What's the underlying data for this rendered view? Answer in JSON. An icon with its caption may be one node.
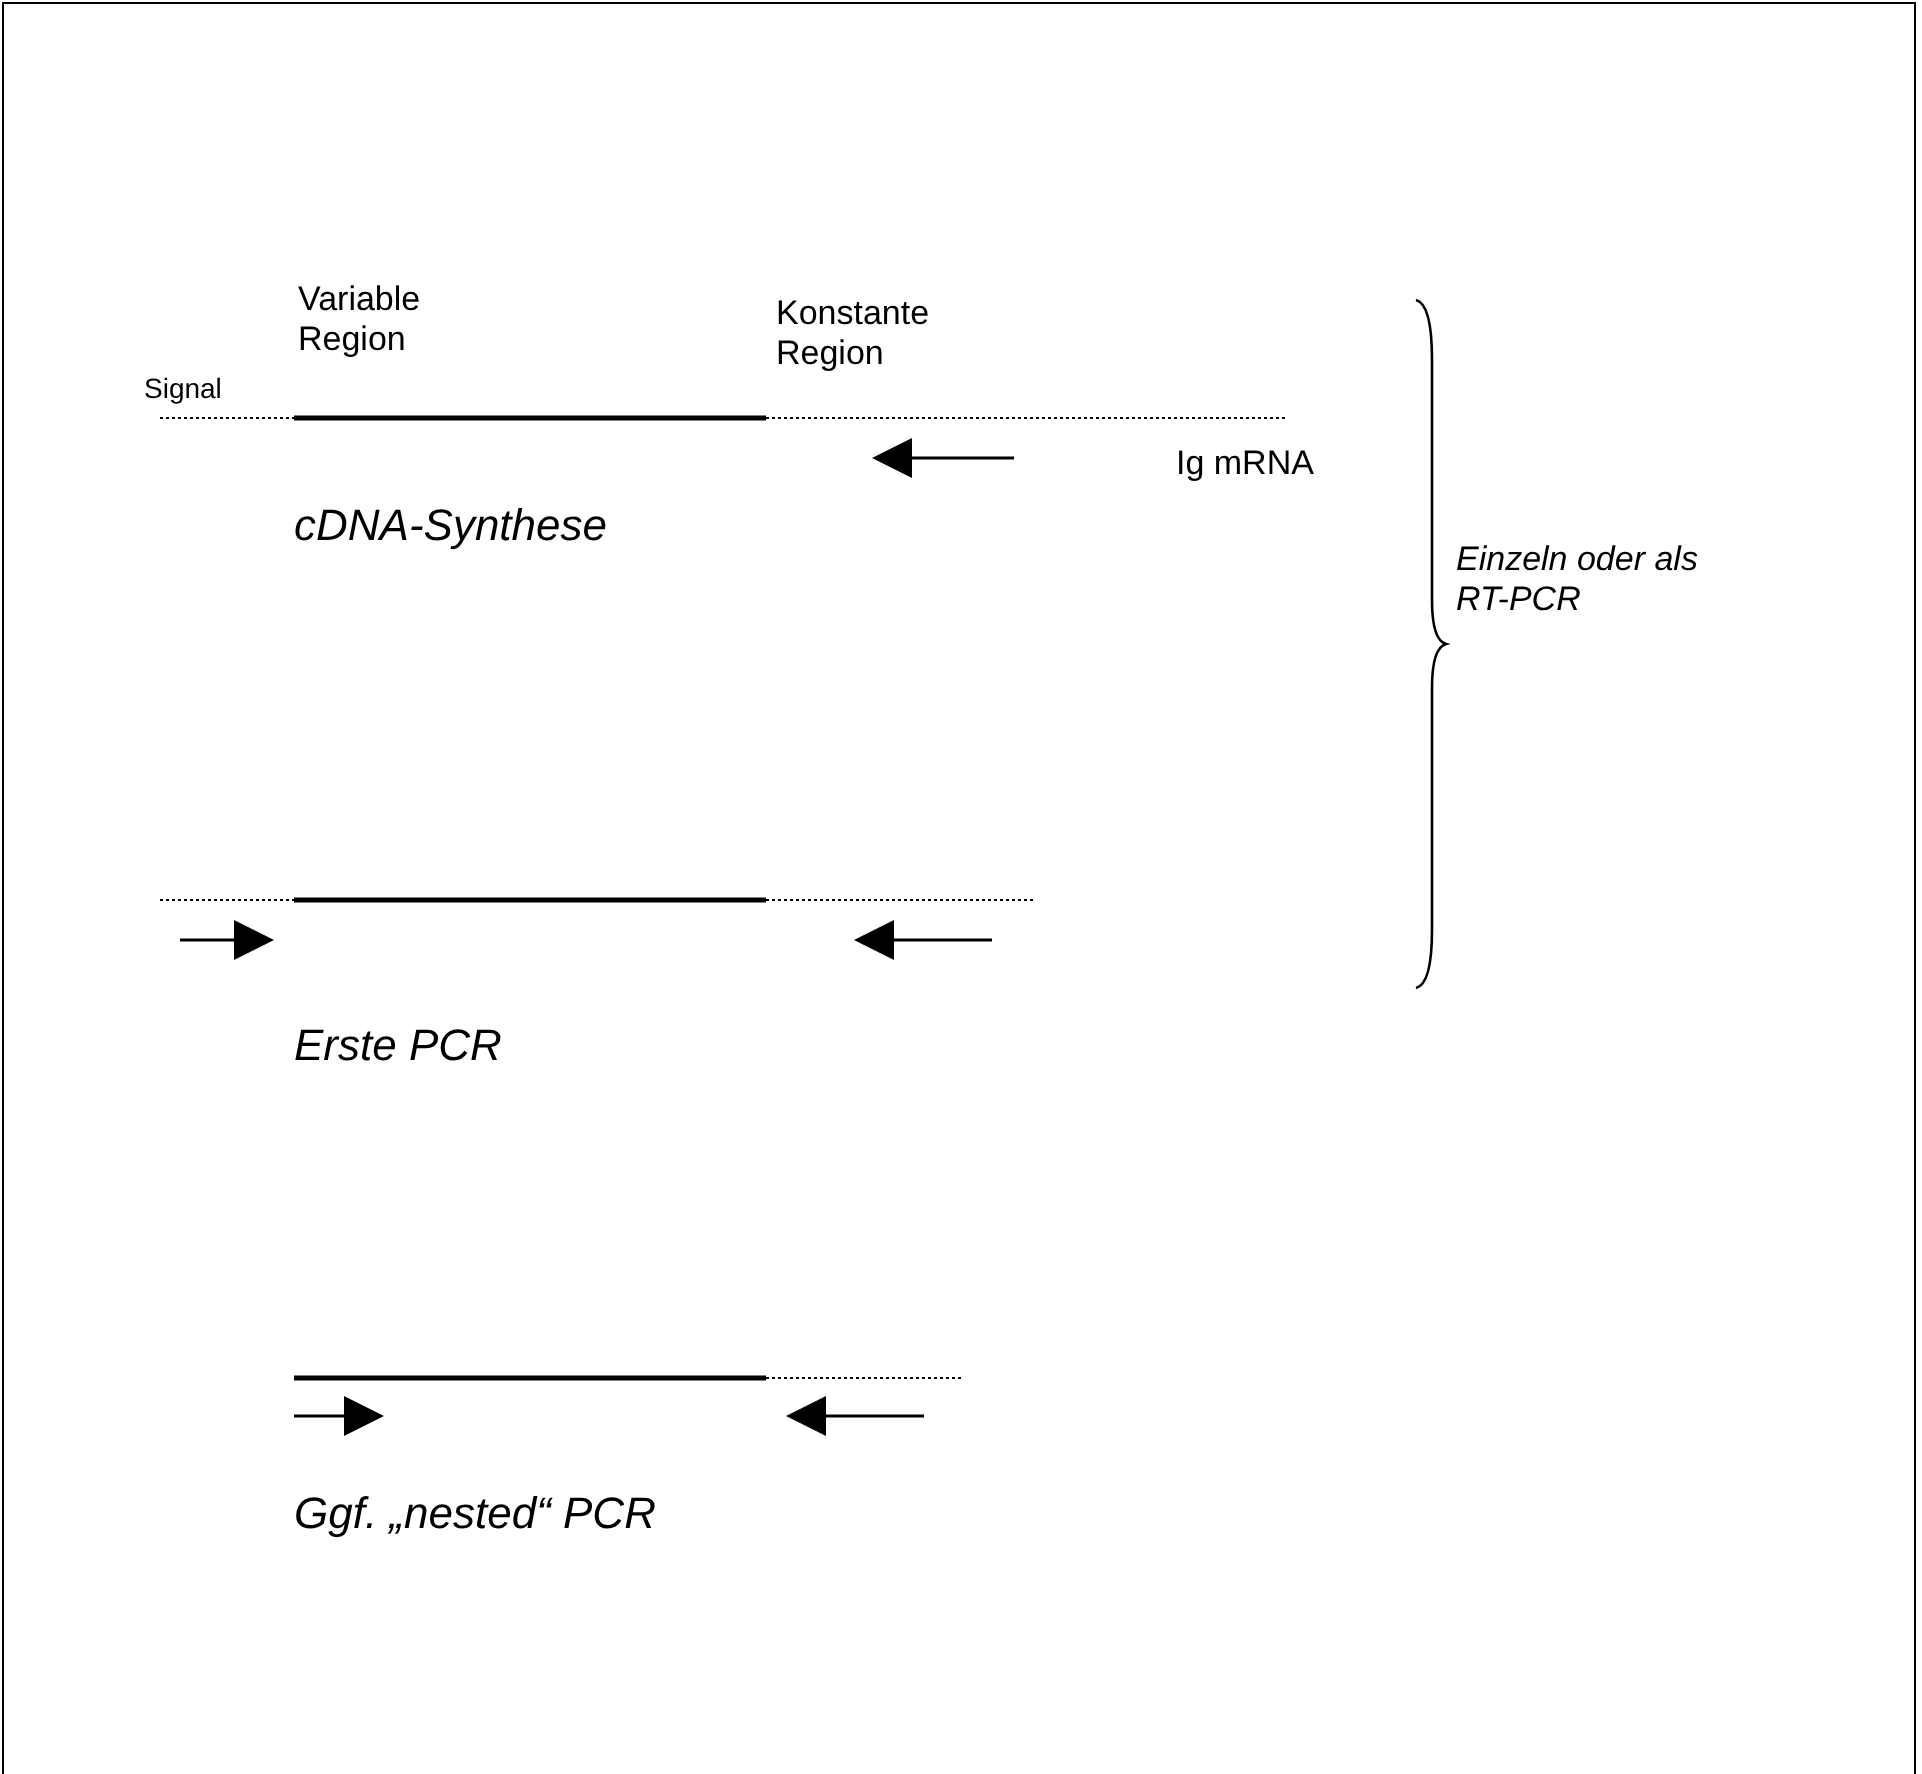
{
  "diagram": {
    "labels": [
      "Variable Region",
      "Konstante Region",
      "Signal",
      "Ig mRNA",
      "cDNA-Synthese",
      "Einzeln oder als RT-PCR",
      "Erste PCR",
      "Ggf. „nested“ PCR"
    ]
  }
}
